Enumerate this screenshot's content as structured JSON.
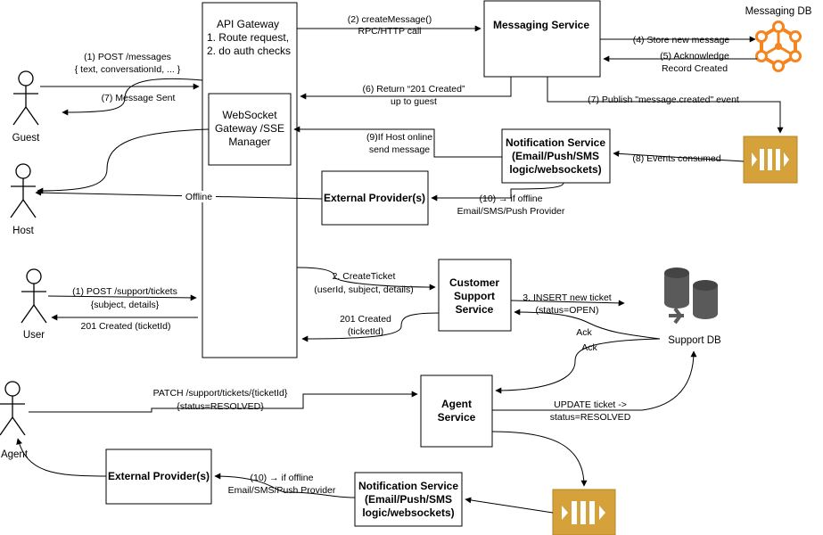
{
  "actors": {
    "guest": "Guest",
    "host": "Host",
    "user": "User",
    "agent": "Agent"
  },
  "nodes": {
    "api_gateway": [
      "API Gateway",
      "1. Route request,",
      "2. do auth checks"
    ],
    "websocket_gateway": [
      "WebSocket",
      "Gateway /SSE",
      "Manager"
    ],
    "messaging_service": "Messaging Service",
    "messaging_db": "Messaging DB",
    "notification_service_top": [
      "Notification Service",
      "(Email/Push/SMS",
      "logic/websockets)"
    ],
    "external_provider_top": "External Provider(s)",
    "customer_support_service": [
      "Customer",
      "Support",
      "Service"
    ],
    "support_db": "Support DB",
    "agent_service": [
      "Agent",
      "Service"
    ],
    "notification_service_bottom": [
      "Notification Service",
      "(Email/Push/SMS",
      "logic/websockets)"
    ],
    "external_provider_bottom": "External Provider(s)"
  },
  "edges": {
    "post_messages": [
      "(1) POST /messages",
      "{ text, conversationId, ... }"
    ],
    "message_sent": "(7) Message Sent",
    "create_message": [
      "(2) createMessage()",
      "RPC/HTTP call"
    ],
    "store_message": "(4) Store new message",
    "acknowledge": [
      "(5) Acknowledge",
      "Record Created"
    ],
    "return_created": [
      "(6) Return “201 Created”",
      "up to guest"
    ],
    "publish_event": "(7) Publish \"message.created\" event",
    "events_consumed": "(8) Events consumed",
    "host_online": [
      "(9)If Host online",
      "send message"
    ],
    "offline": "Offline",
    "if_offline_top": [
      "(10) → if offline",
      "Email/SMS/Push Provider"
    ],
    "post_support": [
      "(1) POST /support/tickets",
      "{subject, details}"
    ],
    "created_ticket_user": "201 Created (ticketId)",
    "create_ticket": [
      "2. CreateTicket",
      "(userId, subject, details)"
    ],
    "created_ticket_gateway": [
      "201 Created",
      "(ticketId)"
    ],
    "insert_ticket": [
      "3. INSERT new ticket",
      "(status=OPEN)"
    ],
    "ack_1": "Ack",
    "ack_2": "Ack",
    "patch_ticket": [
      "PATCH /support/tickets/{ticketId}",
      "{status=RESOLVED}"
    ],
    "update_ticket": [
      "UPDATE ticket ->",
      "status=RESOLVED"
    ],
    "if_offline_bottom": [
      "(10) → if offline",
      "Email/SMS/Push Provider"
    ]
  },
  "icons": {
    "messaging_db": "hexagon-network-icon",
    "support_db": "database-cylinders-icon",
    "queue": "event-queue-icon"
  },
  "colors": {
    "network_orange": "#f5851f",
    "queue_gold": "#d4a13a",
    "support_db_gray": "#5a5a5a"
  }
}
